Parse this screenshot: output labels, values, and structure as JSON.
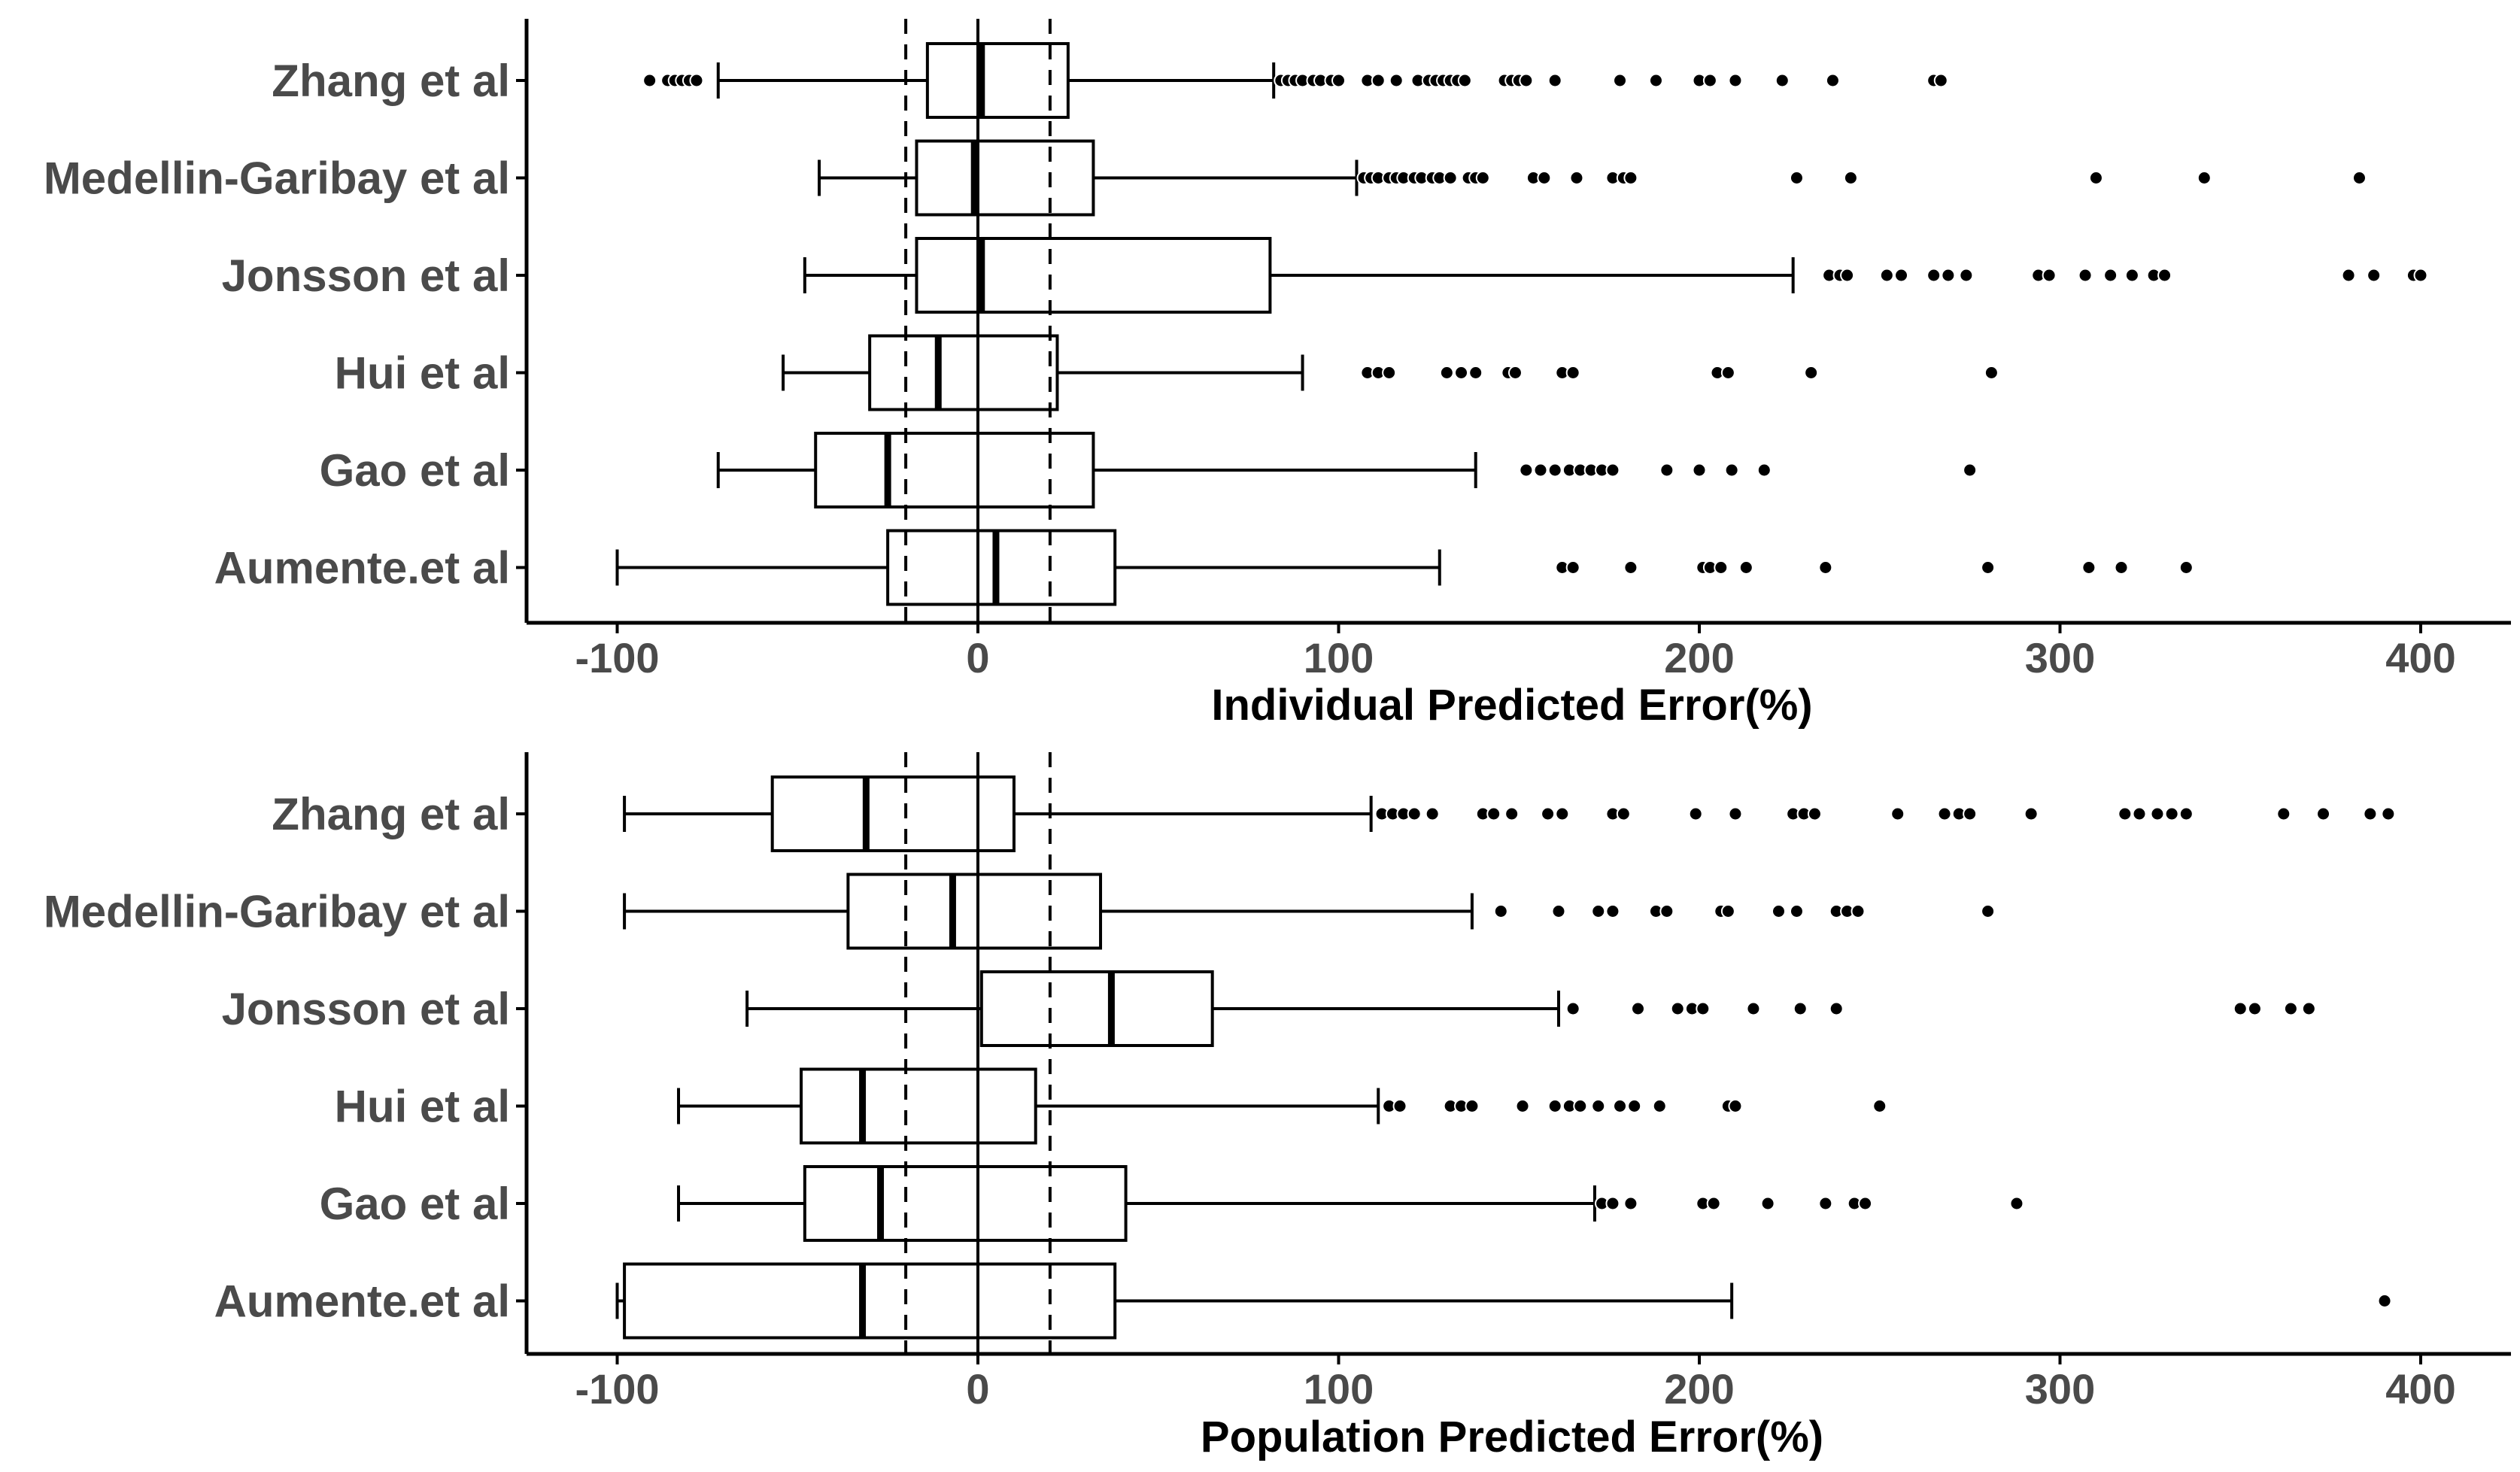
{
  "chart_data": [
    {
      "type": "boxplot",
      "orientation": "horizontal",
      "xlabel": "Individual Predicted Error(%)",
      "ylabel": "",
      "xlim": [
        -125,
        425
      ],
      "xticks": [
        -100,
        0,
        100,
        200,
        300,
        400
      ],
      "xtick_labels": [
        "-100",
        "0",
        "100",
        "200",
        "300",
        "400"
      ],
      "reference_lines": {
        "solid": [
          0
        ],
        "dashed": [
          -20,
          20
        ]
      },
      "grid": false,
      "legend": "none",
      "categories": [
        "Zhang et al",
        "Medellin-Garibay et al",
        "Jonsson et al",
        "Hui et al",
        "Gao et al",
        "Aumente.et al"
      ],
      "boxes": [
        {
          "min": -72,
          "q1": -14,
          "median": 1,
          "q3": 25,
          "max": 82,
          "outliers": [
            -91,
            -86,
            -84,
            -82,
            -80,
            -78,
            84,
            86,
            88,
            90,
            93,
            95,
            98,
            100,
            108,
            111,
            116,
            122,
            125,
            127,
            129,
            131,
            133,
            135,
            146,
            148,
            150,
            152,
            160,
            178,
            188,
            200,
            203,
            210,
            223,
            237,
            265,
            267
          ]
        },
        {
          "min": -44,
          "q1": -17,
          "median": -1,
          "q3": 32,
          "max": 105,
          "outliers": [
            107,
            109,
            111,
            114,
            116,
            118,
            121,
            123,
            126,
            128,
            131,
            136,
            138,
            140,
            154,
            157,
            166,
            176,
            179,
            181,
            227,
            242,
            310,
            340,
            383
          ]
        },
        {
          "min": -48,
          "q1": -17,
          "median": 1,
          "q3": 81,
          "max": 226,
          "outliers": [
            236,
            239,
            241,
            252,
            256,
            265,
            269,
            274,
            294,
            297,
            307,
            314,
            320,
            326,
            329,
            380,
            387,
            398,
            400
          ]
        },
        {
          "min": -54,
          "q1": -30,
          "median": -11,
          "q3": 22,
          "max": 90,
          "outliers": [
            108,
            111,
            114,
            130,
            134,
            138,
            147,
            149,
            162,
            165,
            205,
            208,
            231,
            281
          ]
        },
        {
          "min": -72,
          "q1": -45,
          "median": -25,
          "q3": 32,
          "max": 138,
          "outliers": [
            152,
            156,
            160,
            164,
            167,
            170,
            173,
            176,
            191,
            200,
            209,
            218,
            275
          ]
        },
        {
          "min": -100,
          "q1": -25,
          "median": 5,
          "q3": 38,
          "max": 128,
          "outliers": [
            162,
            165,
            181,
            201,
            203,
            206,
            213,
            235,
            280,
            308,
            317,
            335
          ]
        }
      ]
    },
    {
      "type": "boxplot",
      "orientation": "horizontal",
      "xlabel": "Population Predicted Error(%)",
      "ylabel": "",
      "xlim": [
        -125,
        425
      ],
      "xticks": [
        -100,
        0,
        100,
        200,
        300,
        400
      ],
      "xtick_labels": [
        "-100",
        "0",
        "100",
        "200",
        "300",
        "400"
      ],
      "reference_lines": {
        "solid": [
          0
        ],
        "dashed": [
          -20,
          20
        ]
      },
      "grid": false,
      "legend": "none",
      "categories": [
        "Zhang et al",
        "Medellin-Garibay et al",
        "Jonsson et al",
        "Hui et al",
        "Gao et al",
        "Aumente.et al"
      ],
      "boxes": [
        {
          "min": -98,
          "q1": -57,
          "median": -31,
          "q3": 10,
          "max": 109,
          "outliers": [
            112,
            115,
            118,
            121,
            126,
            140,
            143,
            148,
            158,
            162,
            176,
            179,
            199,
            210,
            226,
            229,
            232,
            255,
            268,
            272,
            275,
            292,
            318,
            322,
            327,
            331,
            335,
            362,
            373,
            386,
            391
          ]
        },
        {
          "min": -98,
          "q1": -36,
          "median": -7,
          "q3": 34,
          "max": 137,
          "outliers": [
            145,
            161,
            172,
            176,
            188,
            191,
            206,
            208,
            222,
            227,
            238,
            241,
            244,
            280
          ]
        },
        {
          "min": -64,
          "q1": 1,
          "median": 37,
          "q3": 65,
          "max": 161,
          "outliers": [
            165,
            183,
            194,
            198,
            201,
            215,
            228,
            238,
            350,
            354,
            364,
            369
          ]
        },
        {
          "min": -83,
          "q1": -49,
          "median": -32,
          "q3": 16,
          "max": 111,
          "outliers": [
            114,
            117,
            131,
            134,
            137,
            151,
            160,
            164,
            167,
            172,
            178,
            182,
            189,
            208,
            210,
            250
          ]
        },
        {
          "min": -83,
          "q1": -48,
          "median": -27,
          "q3": 41,
          "max": 171,
          "outliers": [
            173,
            176,
            181,
            201,
            204,
            219,
            235,
            243,
            246,
            288
          ]
        },
        {
          "min": -100,
          "q1": -98,
          "median": -32,
          "q3": 38,
          "max": 209,
          "outliers": [
            390
          ]
        }
      ]
    }
  ]
}
